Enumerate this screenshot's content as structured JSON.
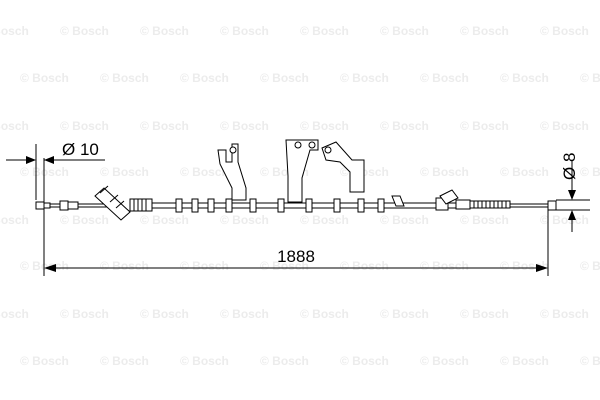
{
  "watermark": {
    "text": "© Bosch"
  },
  "dimensions": {
    "length_label": "1888",
    "left_diameter_label": "Ø 10",
    "right_diameter_label": "Ø 8"
  },
  "colors": {
    "line": "#000000",
    "watermark": "#ececec",
    "background": "#ffffff"
  }
}
